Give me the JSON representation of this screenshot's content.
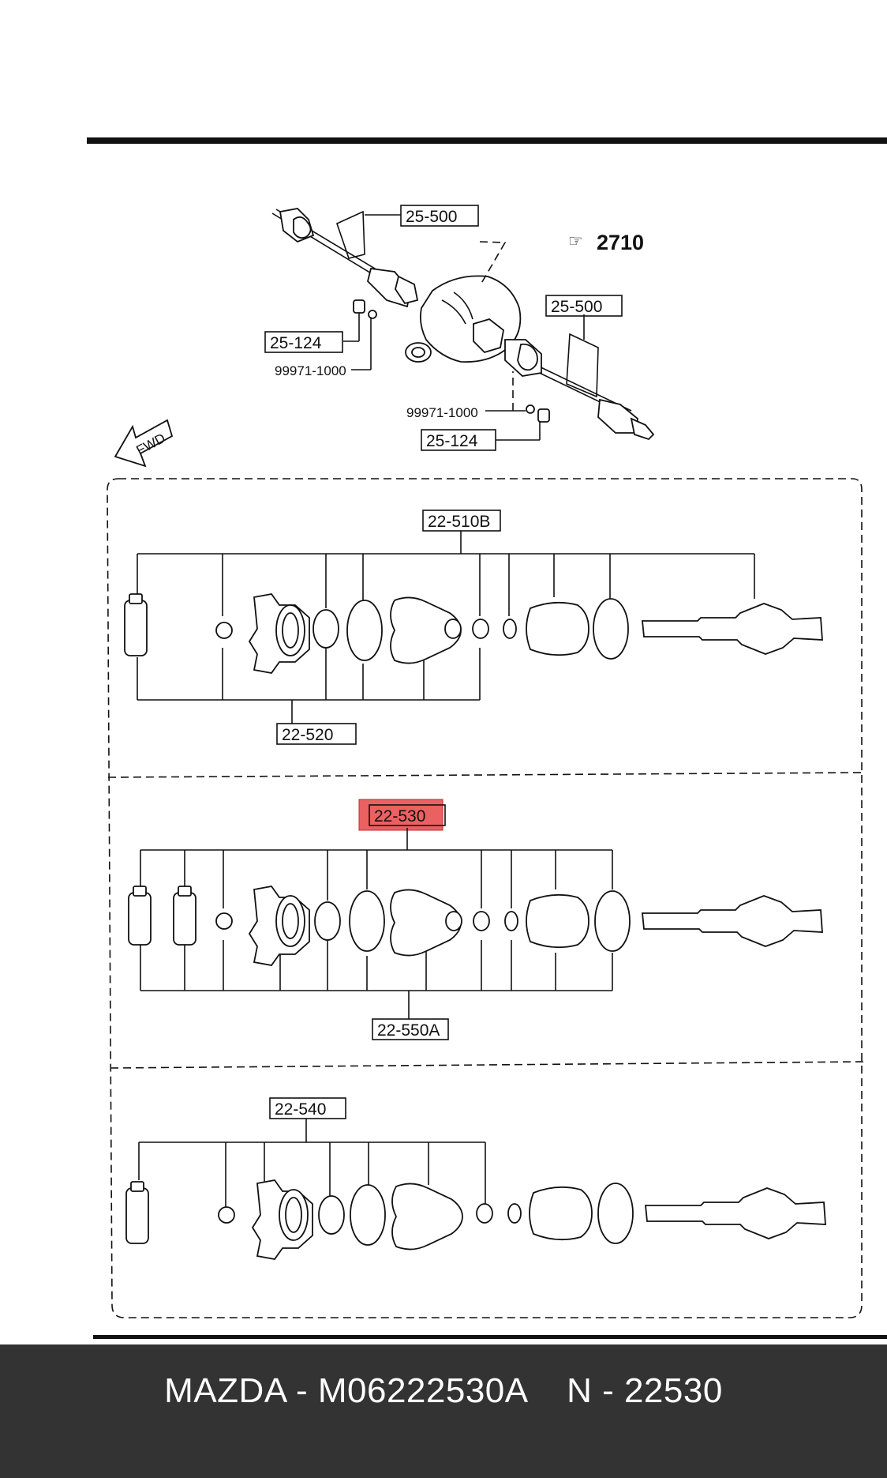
{
  "labels": {
    "driveshaft_top_left": "25-500",
    "driveshaft_top_right": "25-500",
    "differential_ref": "2710",
    "nut_left": "25-124",
    "nut_right": "25-124",
    "pin_left": "99971-1000",
    "pin_right": "99971-1000",
    "fwd": "FWD",
    "kit_1_top": "22-510B",
    "kit_1_bottom": "22-520",
    "kit_2_top": "22-530",
    "kit_2_bottom": "22-550A",
    "kit_3_top": "22-540"
  },
  "highlight": {
    "part": "22-530",
    "color": "#e84545"
  },
  "footer": {
    "text": "MAZDA - M06222530A    N - 22530",
    "background": "#333333"
  }
}
